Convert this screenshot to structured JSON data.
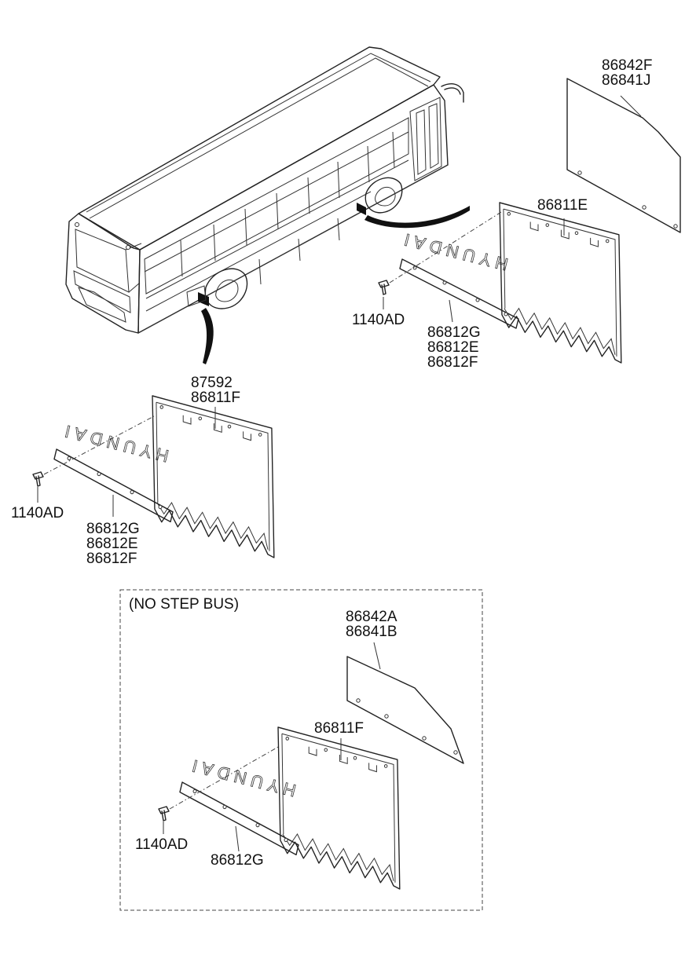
{
  "diagram": {
    "title": "",
    "box_label": "(NO STEP BUS)",
    "labels": {
      "front_window": [
        "86842F",
        "86841J"
      ],
      "top_flap": [
        "86811E"
      ],
      "top_bolt": [
        "1140AD"
      ],
      "top_strip": [
        "86812G",
        "86812E",
        "86812F"
      ],
      "rear_flap": [
        "87592",
        "86811F"
      ],
      "rear_bolt": [
        "1140AD"
      ],
      "rear_strip": [
        "86812G",
        "86812E",
        "86812F"
      ],
      "ns_window": [
        "86842A",
        "86841B"
      ],
      "ns_flap": [
        "86811F"
      ],
      "ns_bolt": [
        "1140AD"
      ],
      "ns_strip": [
        "86812G"
      ]
    },
    "flap_logo": "HYUNDAI",
    "colors": {
      "line": "#222222",
      "background": "#ffffff"
    }
  }
}
